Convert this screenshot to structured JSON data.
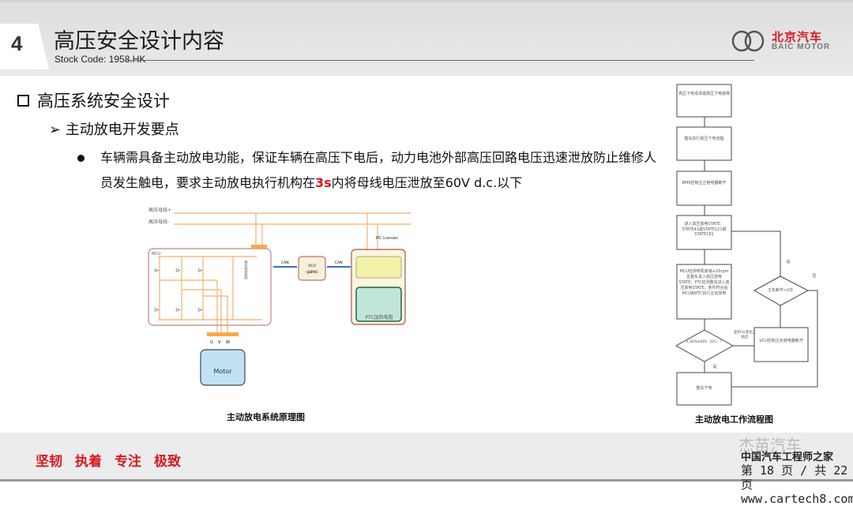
{
  "header": {
    "number": "4",
    "title": "高压安全设计内容",
    "stock_code": "Stock Code: 1958.HK",
    "logo_cn": "北京汽车",
    "logo_en": "BAIC MOTOR"
  },
  "content": {
    "section": "高压系统安全设计",
    "subsection": "主动放电开发要点",
    "bullet_part1": "车辆需具备主动放电功能，保证车辆在高压下电后，动力电池外部高压回路电压迅速泄放防止维修人员发生触电，要求主动放电执行机构在",
    "bullet_highlight": "3s",
    "bullet_part2": "内将母线电压泄放至60V d.c.以下"
  },
  "circuit": {
    "caption": "主动放电系统原理图",
    "bus_pos": "高压母线+",
    "bus_neg": "高压母线-",
    "mcu": "MCU",
    "vcu": "VCU",
    "vcu_sub": "（或BMS）",
    "can": "CAN",
    "ptc_controller": "PTC Controller",
    "ptc_heater": "PTC加热电阻",
    "discharge_res": "被动放电电阻",
    "u": "U",
    "v": "V",
    "w": "W",
    "motor": "Motor"
  },
  "flow": {
    "caption": "主动放电工作流程图",
    "steps": [
      "高压下电请求或高压下电故障",
      "整车执行高压下电流程",
      "BMS控制主正继电器断开",
      "进入高压放电STATE：STATE41或STATE121或STATE181",
      "MCU检测电机转速≤20rpm且整车进入高压放电STATE；PTC检测整车进入高压放电STATE；条件符合后MCU和PTC执行主动放电",
      "整车下电"
    ],
    "decision1": "V_BUS≤60V（DC）？",
    "timeout": "超时3s或主正粘连",
    "vcu_step": "VCU控制主负继电器断开",
    "decision2": "主负断开<2次",
    "yes": "是",
    "no": "否"
  },
  "footer": {
    "motto": [
      "坚韧",
      "执着",
      "专注",
      "极致"
    ],
    "watermark": "杰苗汽车",
    "watermark2": "中国汽车工程师之家",
    "page": "第 18 页 / 共 22 页",
    "url": "www.cartech8.com"
  }
}
